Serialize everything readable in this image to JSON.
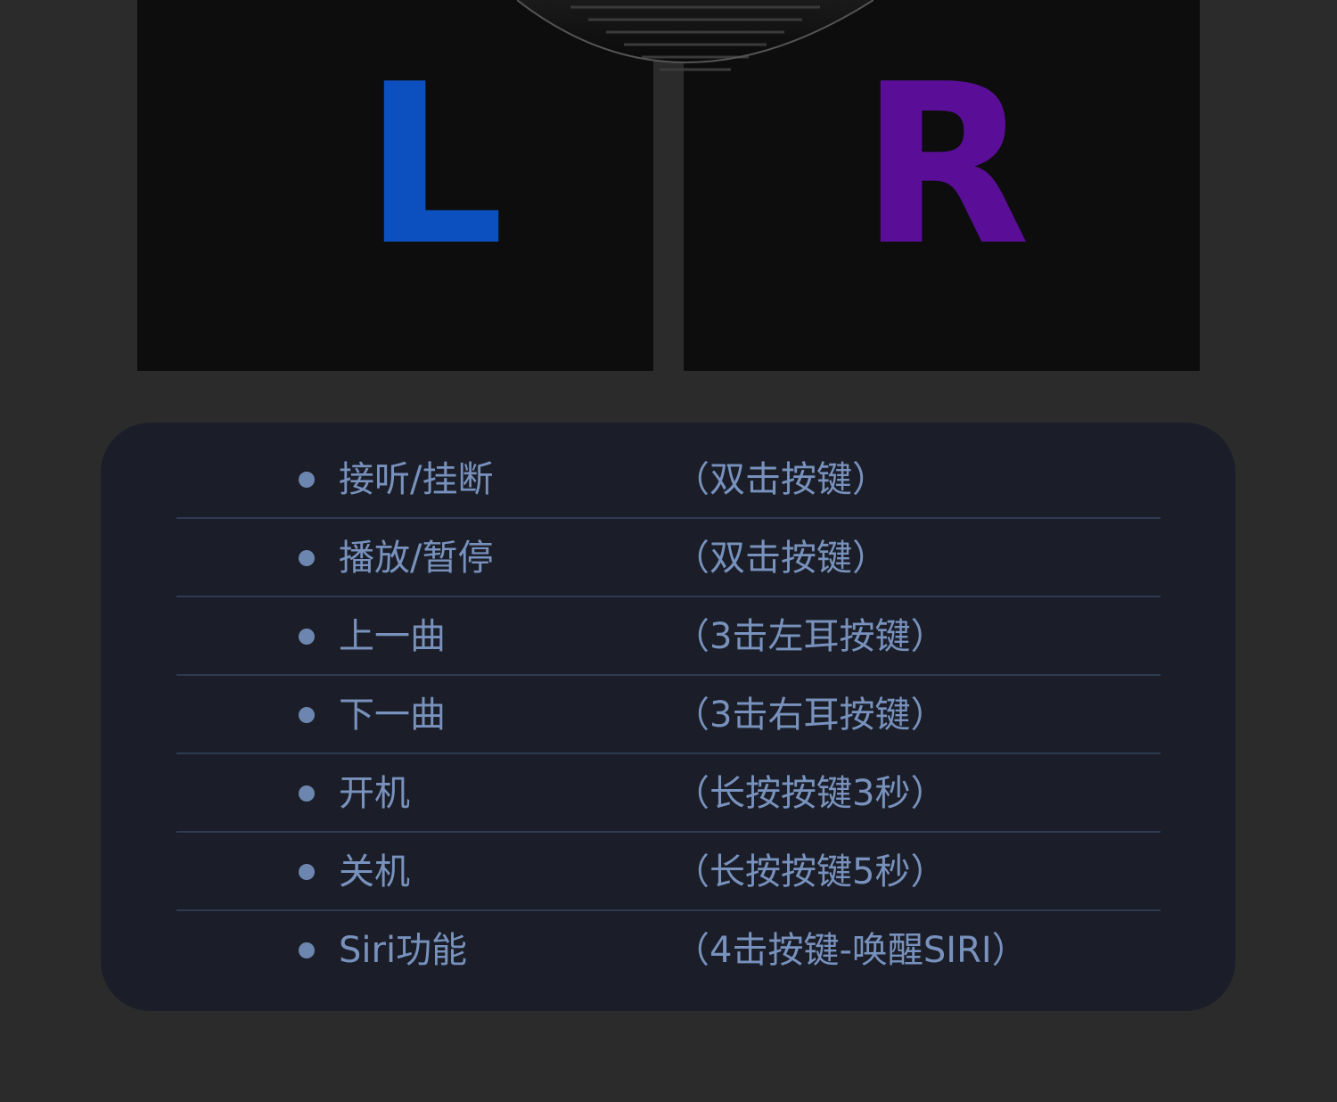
{
  "panels": {
    "left_letter": "L",
    "right_letter": "R",
    "left_color": "#0c4fbe",
    "right_color": "#5a0e98"
  },
  "controls": [
    {
      "function": "接听/挂断",
      "action": "（双击按键）"
    },
    {
      "function": "播放/暂停",
      "action": "（双击按键）"
    },
    {
      "function": "上一曲",
      "action": "（3击左耳按键）"
    },
    {
      "function": "下一曲",
      "action": "（3击右耳按键）"
    },
    {
      "function": "开机",
      "action": "（长按按键3秒）"
    },
    {
      "function": "关机",
      "action": "（长按按键5秒）"
    },
    {
      "function": "Siri功能",
      "action": "（4击按键-唤醒SIRI）"
    }
  ],
  "colors": {
    "background": "#2b2b2b",
    "card": "#1b1e28",
    "text": "#7892bd",
    "divider": "#2f3a52"
  }
}
